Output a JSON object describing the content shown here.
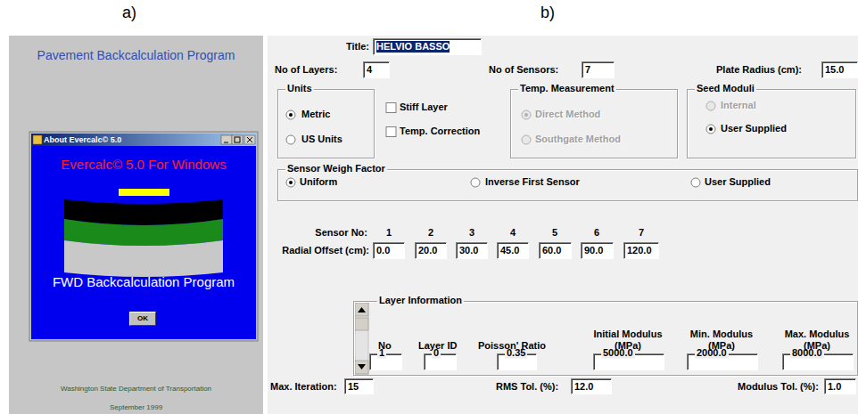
{
  "diagram": {
    "nodes": [
      {
        "text": [
          "Pavement Backcalculation Program",
          "Washington State Department of Transportation",
          "September 1999"
        ]
      },
      {
        "text": [
          "About Evercalc© 5.0",
          "Evercalc© 5.0 For Windows",
          "FWD Backcalculation Program"
        ],
        "in": 0
      },
      {
        "text": [
          "OK"
        ],
        "in": 1
      },
      {
        "text": [
          "HELVIO BASSO"
        ]
      },
      {
        "text": [
          "4"
        ]
      },
      {
        "text": [
          "7"
        ]
      },
      {
        "text": [
          "15.0"
        ]
      },
      {
        "text": [
          "Units"
        ]
      },
      {
        "text": [
          "Temp. Measurement"
        ]
      },
      {
        "text": [
          "Seed Moduli"
        ]
      },
      {
        "text": [
          "Sensor Weigh Factor"
        ]
      },
      {
        "text": [
          "0.0"
        ]
      },
      {
        "text": [
          "20.0"
        ]
      },
      {
        "text": [
          "30.0"
        ]
      },
      {
        "text": [
          "45.0"
        ]
      },
      {
        "text": [
          "60.0"
        ]
      },
      {
        "text": [
          "90.0"
        ]
      },
      {
        "text": [
          "120.0"
        ]
      },
      {
        "text": [
          "Layer Information"
        ]
      },
      {
        "text": [
          "1"
        ],
        "in": 18
      },
      {
        "text": [
          "0"
        ],
        "in": 18
      },
      {
        "text": [
          "0.35"
        ],
        "in": 18
      },
      {
        "text": [
          "5000.0"
        ],
        "in": 18
      },
      {
        "text": [
          "2000.0"
        ],
        "in": 18
      },
      {
        "text": [
          "8000.0"
        ],
        "in": 18
      },
      {
        "text": [
          "15"
        ]
      },
      {
        "text": [
          "12.0"
        ]
      },
      {
        "text": [
          "1.0"
        ]
      }
    ],
    "labels": [
      "a)",
      "b)",
      "Title:",
      "No of Layers:",
      "No of Sensors:",
      "Plate Radius (cm):",
      "Metric",
      "US Units",
      "Stiff Layer",
      "Temp. Correction",
      "Direct Method",
      "Southgate Method",
      "Internal",
      "User Supplied",
      "Uniform",
      "Inverse First Sensor",
      "User Supplied",
      "Sensor No:",
      "1",
      "2",
      "3",
      "4",
      "5",
      "6",
      "7",
      "Radial Offset (cm):",
      "No",
      "Layer ID",
      "Poisson' Ratio",
      "Initial Modulus (MPa)",
      "Min. Modulus (MPa)",
      "Max. Modulus (MPa)",
      "Max. Iteration:",
      "RMS Tol. (%):",
      "Modulus Tol. (%):"
    ]
  }
}
